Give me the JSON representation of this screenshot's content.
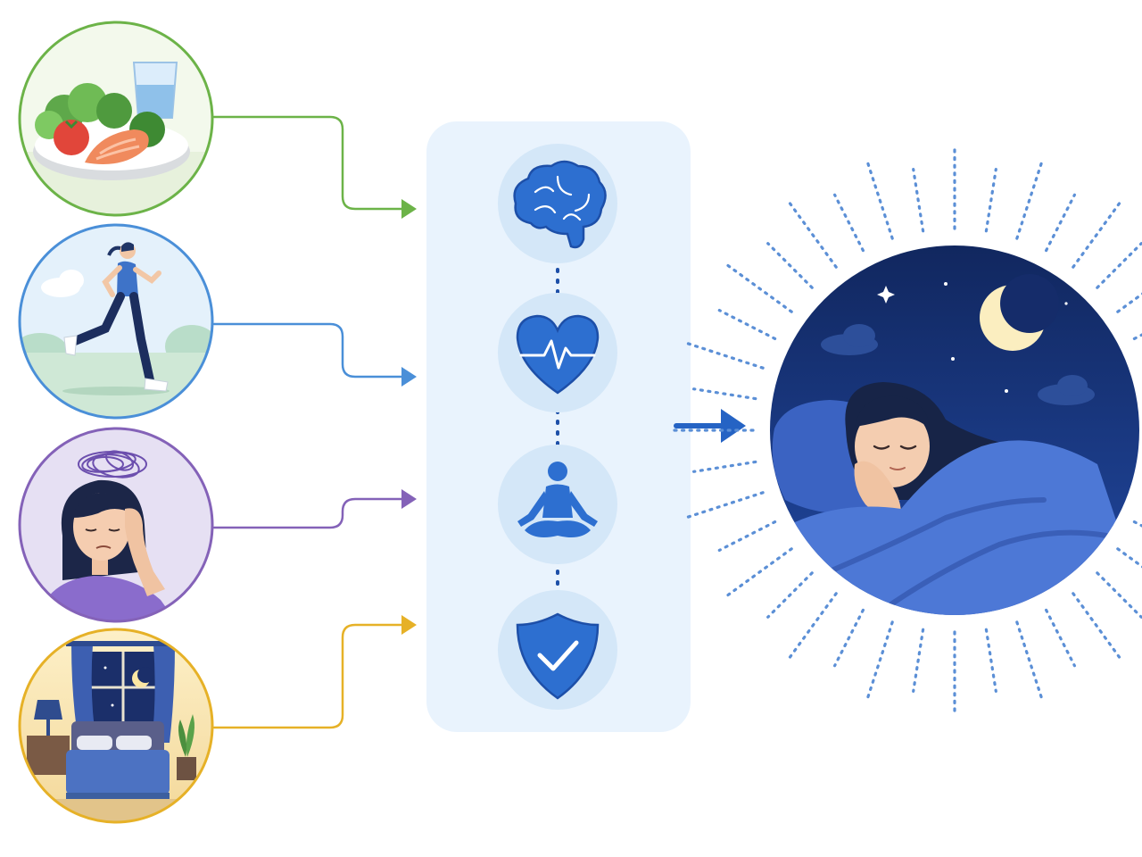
{
  "colors": {
    "diet": "#6cb348",
    "exercise": "#4a8fd8",
    "stress": "#8462b8",
    "environment": "#e6b127",
    "panel": "#e9f3fd",
    "icon_bg": "#d4e7f8",
    "icon": "#2d6fd0",
    "icon_stroke": "#1d4fa8",
    "arrow": "#2563c4",
    "night": "#13307a",
    "rays": "#5b8fd6"
  },
  "inputs": [
    {
      "name": "diet-circle",
      "icon": "healthy-meal-icon"
    },
    {
      "name": "exercise-circle",
      "icon": "running-woman-icon"
    },
    {
      "name": "stress-circle",
      "icon": "stressed-woman-icon"
    },
    {
      "name": "environment-circle",
      "icon": "bedroom-icon"
    }
  ],
  "factors": [
    {
      "name": "brain",
      "icon": "brain-icon"
    },
    {
      "name": "heart",
      "icon": "heartbeat-icon"
    },
    {
      "name": "meditation",
      "icon": "meditation-icon"
    },
    {
      "name": "shield",
      "icon": "shield-check-icon"
    }
  ],
  "outcome": {
    "icon": "sleeping-woman-icon"
  }
}
